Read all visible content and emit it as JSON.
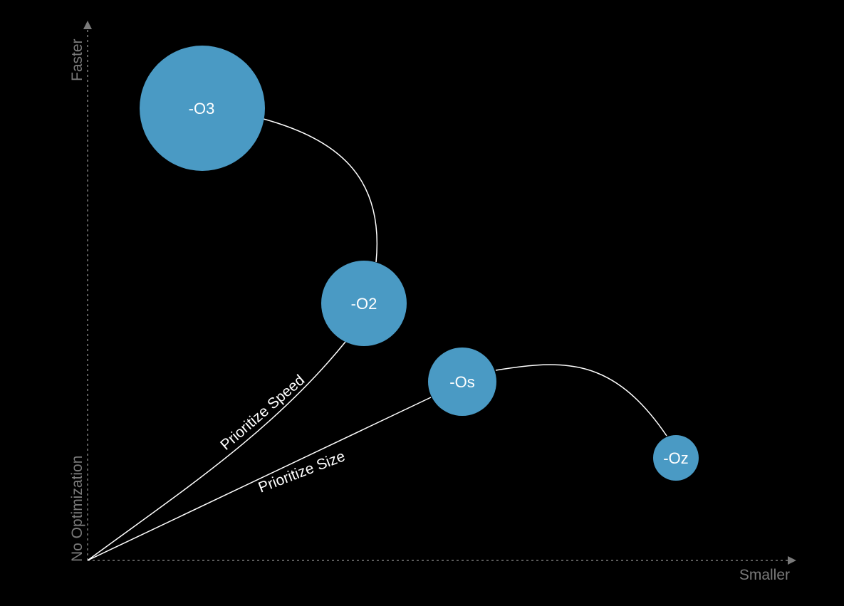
{
  "axes": {
    "x_label": "Smaller",
    "y_label_top": "Faster",
    "y_label_bottom": "No Optimization"
  },
  "nodes": [
    {
      "id": "o3",
      "label": "-O3"
    },
    {
      "id": "o2",
      "label": "-O2"
    },
    {
      "id": "os",
      "label": "-Os"
    },
    {
      "id": "oz",
      "label": "-Oz"
    }
  ],
  "paths": {
    "speed_label": "Prioritize Speed",
    "size_label": "Prioritize Size"
  },
  "colors": {
    "background": "#000000",
    "node_fill": "#4a9ac4",
    "curve": "#ffffff",
    "axis": "#7a7a7a"
  }
}
